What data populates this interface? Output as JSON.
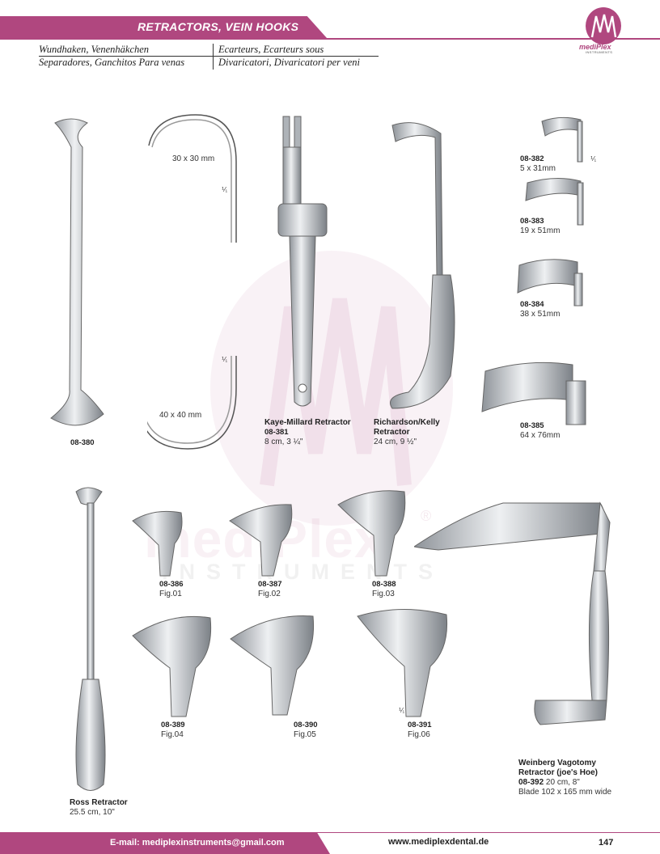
{
  "header": {
    "title": "RETRACTORS, VEIN HOOKS",
    "col1_line1": "Wundhaken, Venenhäkchen",
    "col1_line2": "Separadores, Ganchitos Para venas",
    "col2_line1": "Ecarteurs, Ecarteurs sous",
    "col2_line2": "Divaricatori, Divaricatori per veni"
  },
  "logo": {
    "name": "mediPlex",
    "sub": "INSTRUMENTS"
  },
  "watermark": {
    "main": "mediPlex",
    "sub": "INSTRUMENTS",
    "mark": "®"
  },
  "products": {
    "p380": {
      "code": "08-380"
    },
    "hooks": {
      "dim1": "30 x 30 mm",
      "scale1": "⅟₁",
      "dim2": "40 x 40 mm",
      "scale2": "⅟₁"
    },
    "p381": {
      "name": "Kaye-Millard Retractor",
      "code": "08-381",
      "size": "8 cm, 3 ¼\""
    },
    "pRK": {
      "name1": "Richardson/Kelly",
      "name2": "Retractor",
      "size": "24 cm, 9 ½\""
    },
    "p382": {
      "code": "08-382",
      "size": "5 x 31mm",
      "scale": "⅟₁"
    },
    "p383": {
      "code": "08-383",
      "size": "19 x 51mm"
    },
    "p384": {
      "code": "08-384",
      "size": "38 x 51mm"
    },
    "p385": {
      "code": "08-385",
      "size": "64 x 76mm"
    },
    "p386": {
      "code": "08-386",
      "fig": "Fig.01"
    },
    "p387": {
      "code": "08-387",
      "fig": "Fig.02"
    },
    "p388": {
      "code": "08-388",
      "fig": "Fig.03"
    },
    "p389": {
      "code": "08-389",
      "fig": "Fig.04"
    },
    "p390": {
      "code": "08-390",
      "fig": "Fig.05"
    },
    "p391": {
      "code": "08-391",
      "fig": "Fig.06",
      "scale": "⅟₁"
    },
    "ross": {
      "name": "Ross Retractor",
      "size": "25.5 cm, 10\""
    },
    "p392": {
      "name1": "Weinberg Vagotomy",
      "name2": "Retractor (joe's Hoe)",
      "code": "08-392",
      "size": "20 cm, 8\"",
      "blade": "Blade 102 x 165 mm wide"
    }
  },
  "footer": {
    "email": "E-mail: mediplexinstruments@gmail.com",
    "website": "www.mediplexdental.de",
    "page": "147"
  },
  "colors": {
    "accent": "#b0477f",
    "steel": "#c9cdd1"
  }
}
